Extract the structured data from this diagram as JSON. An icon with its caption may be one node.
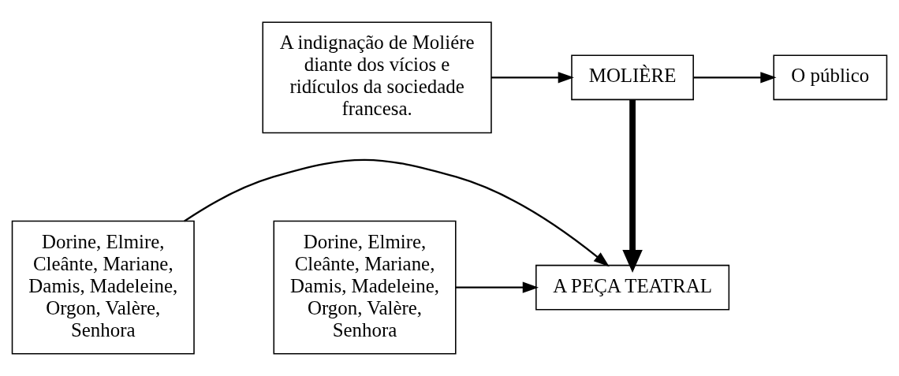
{
  "diagram": {
    "nodes": [
      {
        "text": [
          "A indignação de Moliére diante dos vícios e ridículos da sociedade francesa."
        ]
      },
      {
        "text": [
          "MOLIÈRE"
        ]
      },
      {
        "text": [
          "O público"
        ]
      },
      {
        "text": [
          "Dorine, Elmire, Cleânte, Mariane, Damis, Madeleine, Orgon, Valère, Senhora"
        ]
      },
      {
        "text": [
          "A PEÇA TEATRAL"
        ]
      },
      {
        "text": [
          "Dorine, Elmire, Cleânte, Mariane, Damis, Madeleine, Orgon, Valère, Senhora"
        ]
      }
    ],
    "edges": [
      {
        "from": 0,
        "to": 1,
        "arrow": "to"
      },
      {
        "from": 1,
        "to": 2,
        "arrow": "to"
      },
      {
        "from": 1,
        "to": 4,
        "arrow": "to",
        "style": "thick"
      },
      {
        "from": 3,
        "to": 4,
        "arrow": "to"
      },
      {
        "from": 5,
        "to": 4,
        "arrow": "to"
      }
    ]
  }
}
